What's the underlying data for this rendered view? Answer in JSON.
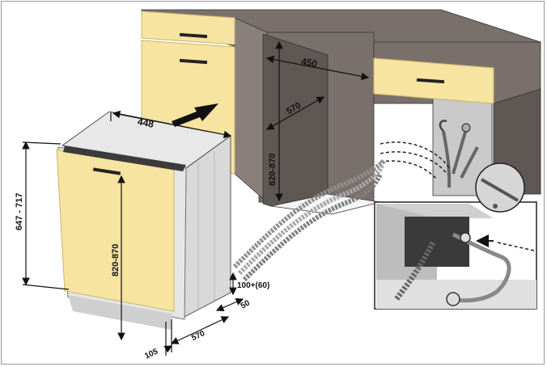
{
  "colors": {
    "cabinet": "#7a706b",
    "cabinet_dark": "#5f5754",
    "cabinet_side": "#8a807b",
    "front_panel": "#f6e4a0",
    "front_panel_edge": "#c9b56e",
    "dishwasher_body": "#d9d9d9",
    "dishwasher_top": "#e8e8e8",
    "niche_wall": "#c9c9c9",
    "floor": "#f4f4f4",
    "hose": "#9c9c9c",
    "arrow": "#111111",
    "dimension_line": "#111111",
    "background": "#ffffff"
  },
  "dimensions": {
    "cabinet_width": "450",
    "cabinet_depth": "570",
    "cabinet_height": "820-870",
    "dishwasher_width": "448",
    "dishwasher_height": "647 - 717",
    "panel_height": "820-870",
    "plinth_height": "100+(60)",
    "plinth_depth": "50",
    "bottom_depth": "570",
    "bottom_offset": "105"
  },
  "icons": {
    "insert_arrow": "arrow-right-icon",
    "drawer_handle": "handle-bar-icon",
    "inlet_hose": "inlet-hose-icon",
    "drain_hose": "drain-hose-icon",
    "tap_valve": "tap-valve-icon"
  }
}
